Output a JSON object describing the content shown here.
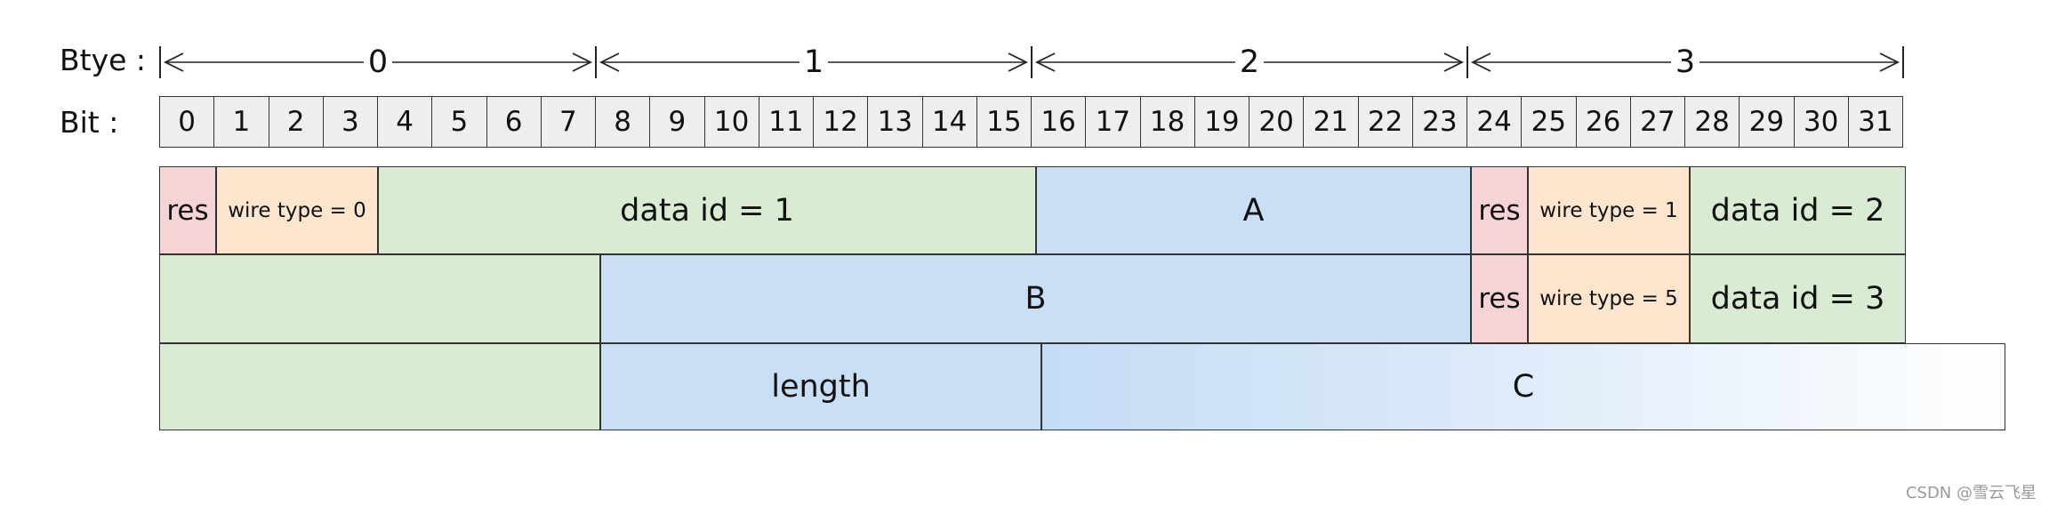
{
  "labels": {
    "byte": "Btye :",
    "bit": "Bit :"
  },
  "bytes": [
    "0",
    "1",
    "2",
    "3"
  ],
  "bits": [
    "0",
    "1",
    "2",
    "3",
    "4",
    "5",
    "6",
    "7",
    "8",
    "9",
    "10",
    "11",
    "12",
    "13",
    "14",
    "15",
    "16",
    "17",
    "18",
    "19",
    "20",
    "21",
    "22",
    "23",
    "24",
    "25",
    "26",
    "27",
    "28",
    "29",
    "30",
    "31"
  ],
  "fields": {
    "res_1": "res",
    "wire_type_1": "wire type = 0",
    "data_id_1": "data id = 1",
    "a": "A",
    "res_2": "res",
    "wire_type_2": "wire type = 1",
    "data_id_2": "data id = 2",
    "b": "B",
    "res_3": "res",
    "wire_type_3": "wire type = 5",
    "data_id_3": "data id = 3",
    "length": "length",
    "c": "C"
  },
  "colors": {
    "res": "#f6d4d6",
    "wire_type": "#fde6cd",
    "data_id": "#d9ecd3",
    "value": "#c9dff6",
    "bit_cell": "#eeeeee",
    "border": "#333333"
  },
  "watermark": "CSDN @雪云飞星"
}
